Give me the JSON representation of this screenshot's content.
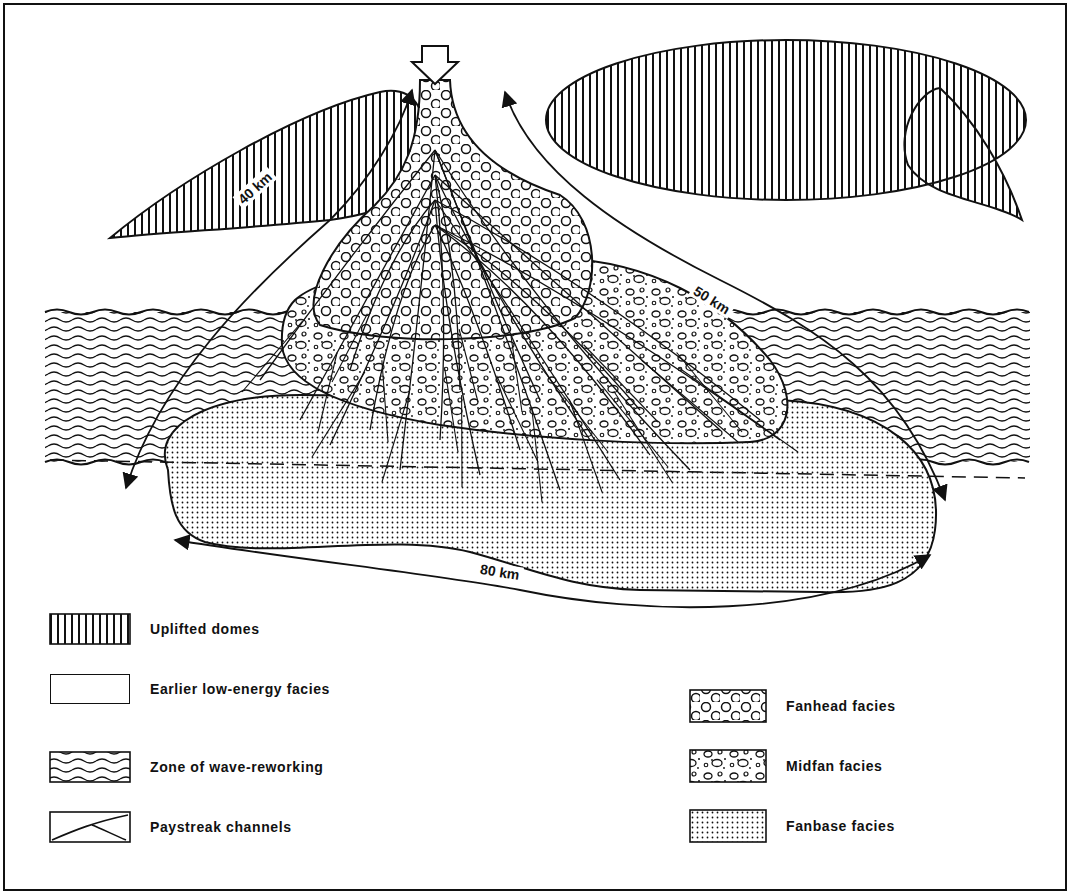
{
  "diagram": {
    "labels": [
      "40 km",
      "50 km",
      "80 km"
    ],
    "legend": [
      {
        "text": "Uplifted domes"
      },
      {
        "text": "Earlier low-energy facies",
        "color": "#ffffff"
      },
      {
        "text": "Zone of wave-reworking"
      },
      {
        "text": "Paystreak channels"
      },
      {
        "text": "Fanhead facies"
      },
      {
        "text": "Midfan facies"
      },
      {
        "text": "Fanbase facies"
      }
    ]
  }
}
